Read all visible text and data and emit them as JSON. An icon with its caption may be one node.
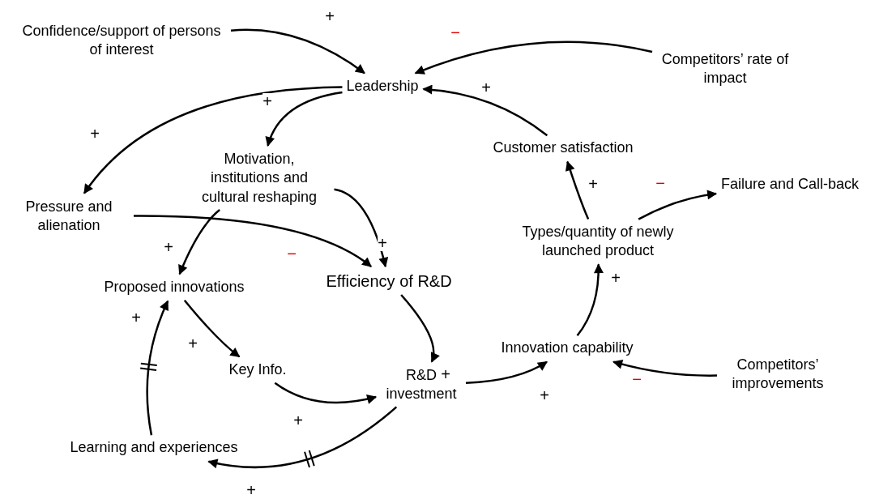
{
  "diagram": {
    "nodes": [
      {
        "text": [
          "Confidence/support of persons of interest"
        ]
      },
      {
        "text": [
          "Leadership"
        ]
      },
      {
        "text": [
          "Competitors’ rate of impact"
        ]
      },
      {
        "text": [
          "Motivation, institutions and cultural reshaping"
        ]
      },
      {
        "text": [
          "Customer satisfaction"
        ]
      },
      {
        "text": [
          "Pressure and alienation"
        ]
      },
      {
        "text": [
          "Failure and Call-back"
        ]
      },
      {
        "text": [
          "Types/quantity of newly launched product"
        ]
      },
      {
        "text": [
          "Proposed innovations"
        ]
      },
      {
        "text": [
          "Efficiency of R&D"
        ]
      },
      {
        "text": [
          "Innovation capability"
        ]
      },
      {
        "text": [
          "Competitors’ improvements"
        ]
      },
      {
        "text": [
          "Key Info."
        ]
      },
      {
        "text": [
          "R&D investment"
        ]
      },
      {
        "text": [
          "Learning and experiences"
        ]
      }
    ],
    "edges": [
      {
        "from": 0,
        "to": 1,
        "arrow": "to",
        "label": "+"
      },
      {
        "from": 2,
        "to": 1,
        "arrow": "to",
        "label": "−"
      },
      {
        "from": 1,
        "to": 5,
        "arrow": "to",
        "label": "+"
      },
      {
        "from": 1,
        "to": 3,
        "arrow": "to",
        "label": "+"
      },
      {
        "from": 4,
        "to": 1,
        "arrow": "to",
        "label": "+"
      },
      {
        "from": 3,
        "to": 9,
        "arrow": "to",
        "label": "+"
      },
      {
        "from": 3,
        "to": 8,
        "arrow": "to",
        "label": "+"
      },
      {
        "from": 5,
        "to": 9,
        "arrow": "to",
        "label": "−"
      },
      {
        "from": 7,
        "to": 4,
        "arrow": "to",
        "label": "+"
      },
      {
        "from": 7,
        "to": 6,
        "arrow": "to",
        "label": "−"
      },
      {
        "from": 8,
        "to": 12,
        "arrow": "to",
        "label": "+"
      },
      {
        "from": 9,
        "to": 13,
        "arrow": "to",
        "label": "+"
      },
      {
        "from": 10,
        "to": 7,
        "arrow": "to",
        "label": "+"
      },
      {
        "from": 11,
        "to": 10,
        "arrow": "to",
        "label": "−"
      },
      {
        "from": 12,
        "to": 13,
        "arrow": "to",
        "label": "+"
      },
      {
        "from": 13,
        "to": 10,
        "arrow": "to",
        "label": "+"
      },
      {
        "from": 13,
        "to": 14,
        "arrow": "to",
        "label": "+"
      },
      {
        "from": 14,
        "to": 8,
        "arrow": "to",
        "label": "+"
      }
    ]
  }
}
